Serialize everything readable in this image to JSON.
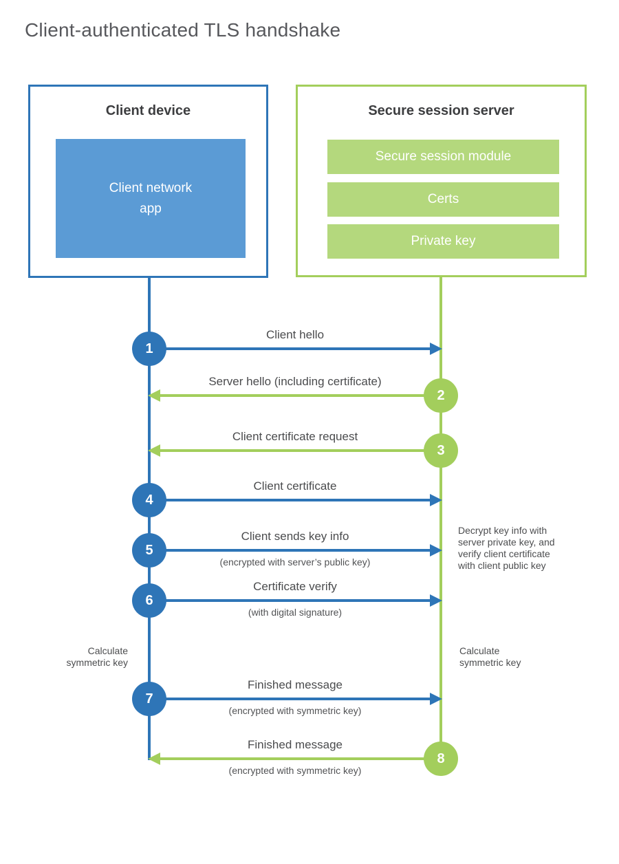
{
  "title": "Client-authenticated TLS handshake",
  "colors": {
    "blue": "#2e75b7",
    "blue_fill": "#5b9bd5",
    "green": "#a3ce5c",
    "green_fill": "#b4d87d"
  },
  "client": {
    "title": "Client device",
    "app_label": "Client network\napp"
  },
  "server": {
    "title": "Secure session server",
    "modules": [
      "Secure session module",
      "Certs",
      "Private key"
    ]
  },
  "messages": [
    {
      "step": "1",
      "label": "Client hello",
      "subtitle": "",
      "direction": "client-to-server"
    },
    {
      "step": "2",
      "label": "Server hello (including certificate)",
      "subtitle": "",
      "direction": "server-to-client"
    },
    {
      "step": "3",
      "label": "Client certificate request",
      "subtitle": "",
      "direction": "server-to-client"
    },
    {
      "step": "4",
      "label": "Client certificate",
      "subtitle": "",
      "direction": "client-to-server"
    },
    {
      "step": "5",
      "label": "Client sends key info",
      "subtitle": "(encrypted with server’s public key)",
      "direction": "client-to-server"
    },
    {
      "step": "6",
      "label": "Certificate verify",
      "subtitle": "(with digital signature)",
      "direction": "client-to-server"
    },
    {
      "step": "7",
      "label": "Finished message",
      "subtitle": "(encrypted with symmetric key)",
      "direction": "client-to-server"
    },
    {
      "step": "8",
      "label": "Finished message",
      "subtitle": "(encrypted with symmetric key)",
      "direction": "server-to-client"
    }
  ],
  "notes": {
    "decrypt": "Decrypt key info with\nserver private key, and\nverify client certificate\nwith client public key",
    "calc_left": "Calculate\nsymmetric key",
    "calc_right": "Calculate\nsymmetric key"
  }
}
